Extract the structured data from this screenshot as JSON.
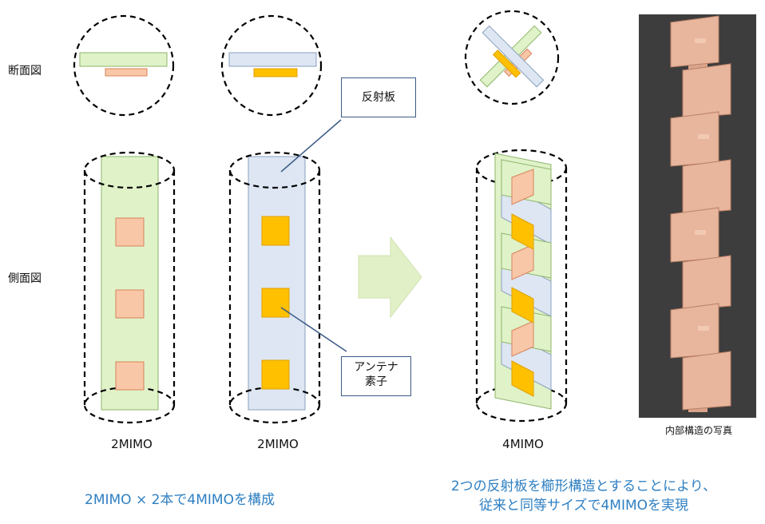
{
  "labels": {
    "cross_section": "断面図",
    "side_view": "側面図"
  },
  "callouts": {
    "reflector": "反射板",
    "antenna_element_line1": "アンテナ",
    "antenna_element_line2": "素子"
  },
  "column_labels": {
    "col1": "2MIMO",
    "col2": "2MIMO",
    "col3": "4MIMO"
  },
  "photo_caption": "内部構造の写真",
  "captions": {
    "left": "2MIMO × 2本で4MIMOを構成",
    "right_line1": "2つの反射板を櫛形構造とすることにより、",
    "right_line2": "従来と同等サイズで4MIMOを実現"
  },
  "colors": {
    "green_reflector": "#dff2c8",
    "blue_reflector": "#dde6f2",
    "pink_element": "#f8c7a8",
    "orange_element": "#ffc000",
    "arrow_fill": "#e2f0c8",
    "caption_blue": "#2e7fc2"
  }
}
